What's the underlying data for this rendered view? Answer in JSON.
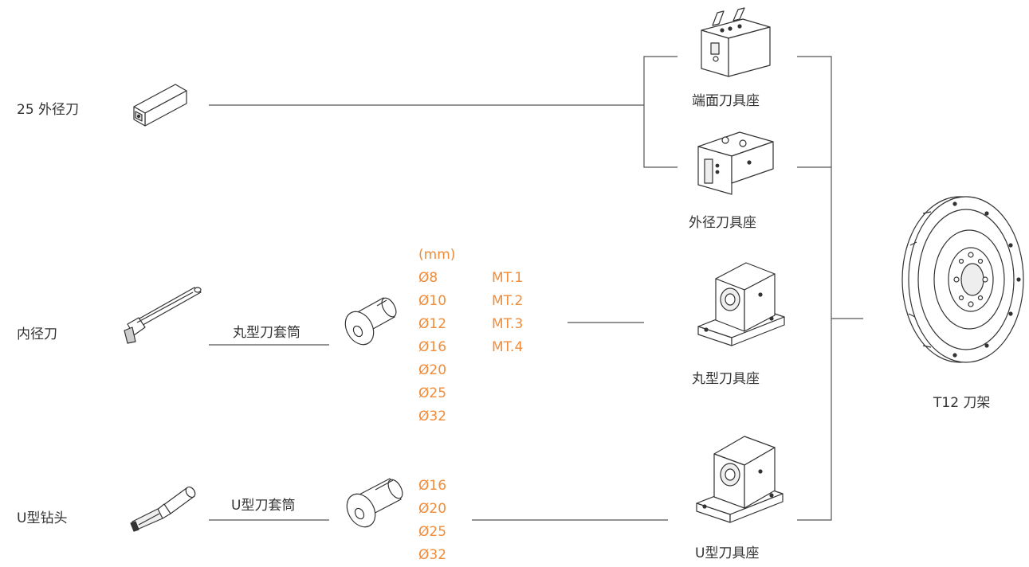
{
  "tools": {
    "outer_turning": "25 外径刀",
    "boring": "内径刀",
    "u_drill": "U型钻头"
  },
  "sleeves": {
    "round_sleeve": "丸型刀套筒",
    "u_sleeve": "U型刀套筒"
  },
  "holders": {
    "face": "端面刀具座",
    "outer": "外径刀具座",
    "round": "丸型刀具座",
    "u": "U型刀具座"
  },
  "turret": "T12 刀架",
  "sizes": {
    "unit": "(mm)",
    "round_diameters": [
      "Ø8",
      "Ø10",
      "Ø12",
      "Ø16",
      "Ø20",
      "Ø25",
      "Ø32"
    ],
    "morse_tapers": [
      "MT.1",
      "MT.2",
      "MT.3",
      "MT.4"
    ],
    "u_diameters": [
      "Ø16",
      "Ø20",
      "Ø25",
      "Ø32"
    ]
  },
  "colors": {
    "text": "#333333",
    "accent": "#f08c3a",
    "line": "#555555"
  }
}
